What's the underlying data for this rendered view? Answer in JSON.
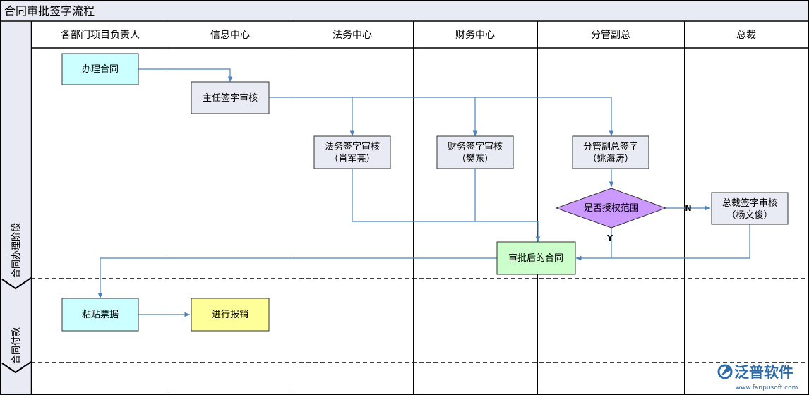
{
  "title": "合同审批签字流程",
  "lanes": [
    "各部门项目负责人",
    "信息中心",
    "法务中心",
    "财务中心",
    "分管副总",
    "总裁"
  ],
  "phases": [
    "合同办理阶段",
    "合同付款"
  ],
  "nodes": {
    "apply": "办理合同",
    "director": "主任签字审核",
    "legal_1": "法务签字审核",
    "legal_2": "（肖军亮）",
    "finance_1": "财务签字审核",
    "finance_2": "（樊东）",
    "vp_1": "分管副总签字",
    "vp_2": "（姚海涛）",
    "decision": "是否授权范围",
    "president_1": "总裁签字审核",
    "president_2": "（杨文俊）",
    "approved": "审批后的合同",
    "paste": "粘贴票据",
    "reimburse": "进行报销"
  },
  "edge_labels": {
    "no": "N",
    "yes": "Y"
  },
  "logo": {
    "name": "泛普软件",
    "url": "www.fanpusoft.com"
  },
  "colors": {
    "cyan": "#ccffff",
    "gray": "#e8ebf3",
    "green": "#ccffcc",
    "yellow": "#ffff99",
    "purple": "#cc99ff",
    "arrow": "#4f81bd",
    "logo": "#2c6aa8"
  }
}
